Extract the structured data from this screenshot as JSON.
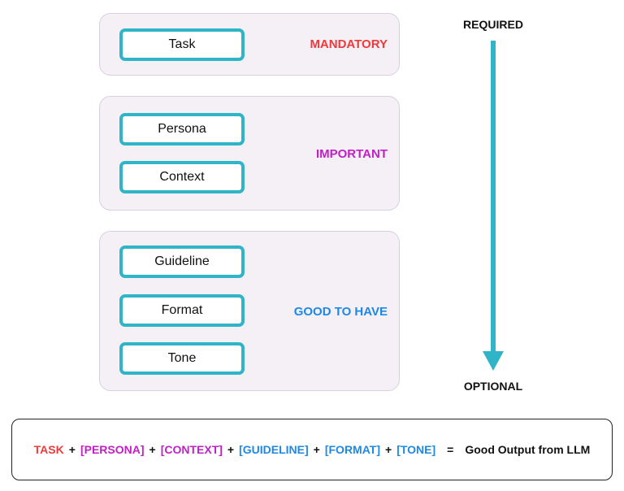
{
  "colors": {
    "mandatory": "#ee3a3a",
    "important": "#c21fc7",
    "good_to_have": "#1e88e5",
    "pill_border": "#2fb4c8",
    "group_bg": "#f5eff6",
    "arrow": "#2fb4c8"
  },
  "groups": {
    "mandatory": {
      "label": "MANDATORY",
      "items": [
        "Task"
      ]
    },
    "important": {
      "label": "IMPORTANT",
      "items": [
        "Persona",
        "Context"
      ]
    },
    "good_to_have": {
      "label": "GOOD TO HAVE",
      "items": [
        "Guideline",
        "Format",
        "Tone"
      ]
    }
  },
  "scale": {
    "top_label": "REQUIRED",
    "bottom_label": "OPTIONAL",
    "arrow_icon": "down-arrow-icon"
  },
  "formula": {
    "task": "TASK",
    "persona": "[PERSONA]",
    "context": "[CONTEXT]",
    "guideline": "[GUIDELINE]",
    "format": "[FORMAT]",
    "tone": "[TONE]",
    "plus": "+",
    "equals": "=",
    "result": "Good Output from LLM"
  }
}
